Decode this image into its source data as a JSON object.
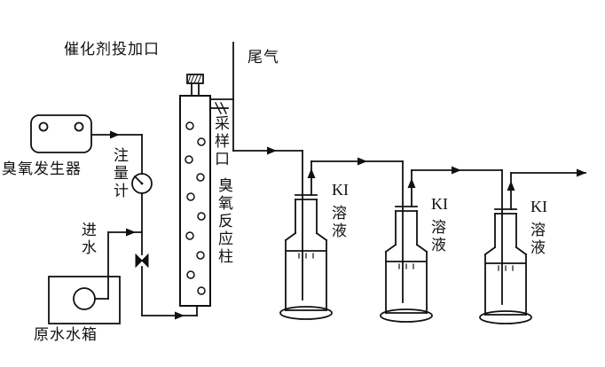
{
  "labels": {
    "catalyst_port": "催化剂投加口",
    "tail_gas": "尾气",
    "sampling_port": "采样口",
    "reaction_column": "臭氧反应柱",
    "ozone_generator": "臭氧发生器",
    "flow_meter": "注量计",
    "water_inlet": "进水",
    "raw_water_tank": "原水水箱"
  },
  "ki_bottles": [
    {
      "reagent": "KI",
      "solution": "溶液"
    },
    {
      "reagent": "KI",
      "solution": "溶液"
    },
    {
      "reagent": "KI",
      "solution": "溶液"
    }
  ],
  "colors": {
    "line": "#111111",
    "background": "#ffffff"
  }
}
